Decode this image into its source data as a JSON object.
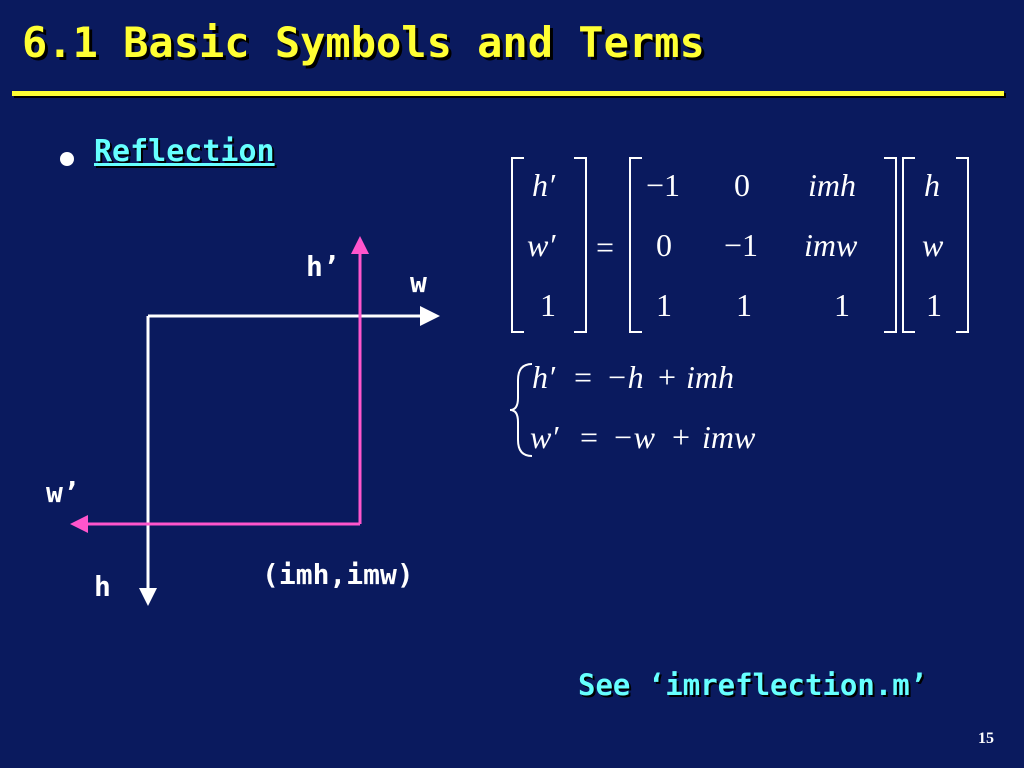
{
  "slide": {
    "title": "6.1 Basic Symbols and Terms",
    "bullet": "Reflection",
    "footer_note": "See ‘imreflection.m’",
    "page_number": "15"
  },
  "diagram": {
    "label_h_prime": "h’",
    "label_w": "w",
    "label_w_prime": "w’",
    "label_h": "h",
    "label_corner": "(imh,imw)"
  },
  "matrix": {
    "lhs": [
      "h′",
      "w′",
      "1"
    ],
    "equals": "=",
    "m": [
      [
        "−1",
        "0",
        "imh"
      ],
      [
        "0",
        "−1",
        "imw"
      ],
      [
        "1",
        "1",
        "1"
      ]
    ],
    "rhs": [
      "h",
      "w",
      "1"
    ]
  },
  "equations": {
    "eq1": {
      "lhs": "h′",
      "rel": "=",
      "t1": "−h",
      "op": "+",
      "t2": "imh"
    },
    "eq2": {
      "lhs": "w′",
      "rel": "=",
      "t1": "−w",
      "op": "+",
      "t2": "imw"
    }
  },
  "colors": {
    "background": "#0a1a5e",
    "title": "#ffff33",
    "accent_text": "#66ffff",
    "axis": "#ffffff",
    "reflected_axis": "#ff55cc"
  }
}
